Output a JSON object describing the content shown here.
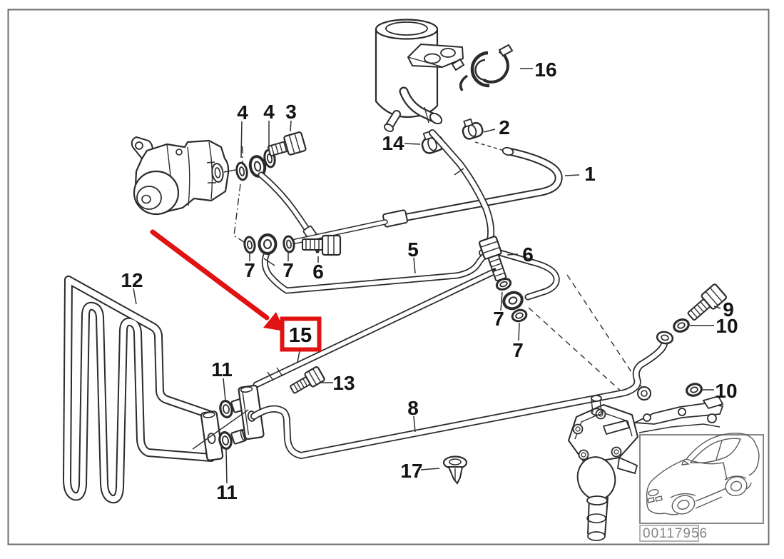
{
  "diagram": {
    "type": "exploded-parts-diagram",
    "subject": "power-steering-oil-pipes-and-cooling-coil",
    "background": "#ffffff",
    "line_color": "#2b2b2b",
    "label_color": "#141414",
    "highlight_color": "#e01212",
    "frame_color": "#6e6e6e",
    "image_code": "00117956",
    "highlighted_part": {
      "text": "15"
    },
    "callouts": [
      {
        "text": "4"
      },
      {
        "text": "4"
      },
      {
        "text": "3"
      },
      {
        "text": "16"
      },
      {
        "text": "2"
      },
      {
        "text": "14"
      },
      {
        "text": "1"
      },
      {
        "text": "7"
      },
      {
        "text": "7"
      },
      {
        "text": "6"
      },
      {
        "text": "5"
      },
      {
        "text": "6"
      },
      {
        "text": "7"
      },
      {
        "text": "7"
      },
      {
        "text": "12"
      },
      {
        "text": "11"
      },
      {
        "text": "13"
      },
      {
        "text": "11"
      },
      {
        "text": "8"
      },
      {
        "text": "17"
      },
      {
        "text": "9"
      },
      {
        "text": "10"
      },
      {
        "text": "10"
      }
    ]
  }
}
